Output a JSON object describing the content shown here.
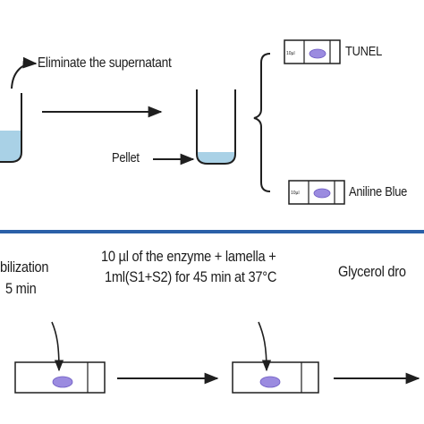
{
  "colors": {
    "line": "#1f1f1f",
    "liquid": "#a9d1e6",
    "oval": "#9b8be0",
    "ovalEdge": "#6e5cc2",
    "separator": "#2a60a8"
  },
  "top": {
    "eliminate": "Eliminate the supernatant",
    "pellet": "Pellet",
    "tunel": "TUNEL",
    "aniline": "Aniline Blue",
    "slide_tag": "10µl"
  },
  "bottom": {
    "step1_line1": "bilization",
    "step1_line2": "5 min",
    "step2_line1": "10 µl of the enzyme + lamella +",
    "step2_line2": "1ml(S1+S2) for 45 min at 37°C",
    "step3": "Glycerol dro"
  }
}
